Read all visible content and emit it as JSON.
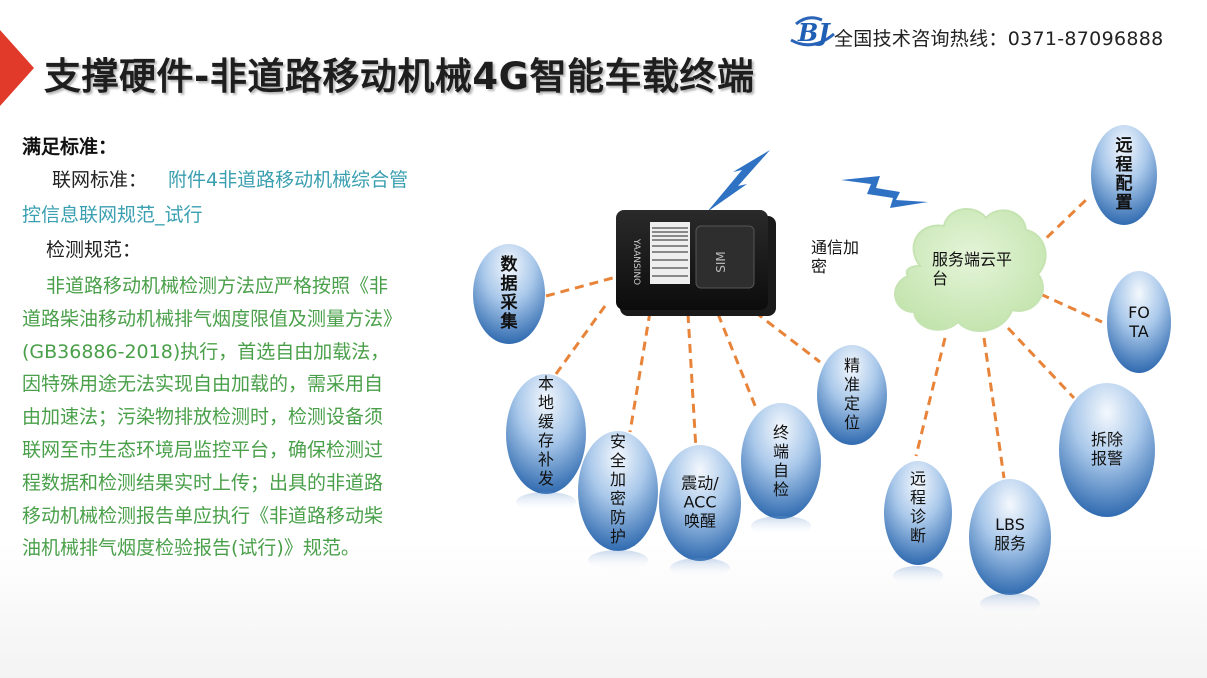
{
  "header": {
    "hotline": "全国技术咨询热线：0371-87096888",
    "logo_text": "BJ",
    "title": "支撑硬件-非道路移动机械4G智能车载终端"
  },
  "standards": {
    "heading": "满足标准：",
    "network_label": "联网标准：",
    "network_doc_line1": "附件4非道路移动机械综合管",
    "network_doc_line2": "控信息联网规范_试行",
    "detection_label": "检测规范：",
    "paragraph_lines": [
      "非道路移动机械检测方法应严格按照《非",
      "道路柴油移动机械排气烟度限值及测量方法》",
      "(GB36886-2018)执行，首选自由加载法，",
      "因特殊用途无法实现自由加载的，需采用自",
      "由加速法；污染物排放检测时，检测设备须",
      "联网至市生态环境局监控平台，确保检测过",
      "程数据和检测结果实时上传；出具的非道路",
      "移动机械检测报告单应执行《非道路移动柴",
      "油机械排气烟度检验报告(试行)》规范。"
    ]
  },
  "diagram": {
    "device_sim": "SIM",
    "device_brand": "YAANSINO",
    "comm_label": "通信加密",
    "cloud_label": "服务端云平台",
    "device_nodes": {
      "data_collect": "数据采集",
      "local_cache": "本地缓存补发",
      "secure_encrypt": "安全加密防护",
      "vibration_wake": "震动/ACC唤醒",
      "self_check": "终端自检",
      "precise_locate": "精准定位"
    },
    "cloud_nodes": {
      "remote_config": "远程配置",
      "fota": "FOTA",
      "remote_diag": "远程诊断",
      "lbs": "LBS服务",
      "tamper_alarm": "拆除报警"
    }
  },
  "colors": {
    "bubble_light": "#e8f1fb",
    "bubble_dark": "#2f6fb6",
    "connector": "#e8843a",
    "cloud": "#cdeabb",
    "lightning": "#2f72c4",
    "accent_red": "#e23a2a",
    "link_teal": "#3a9fb0",
    "paragraph_green": "#4aa04a"
  }
}
